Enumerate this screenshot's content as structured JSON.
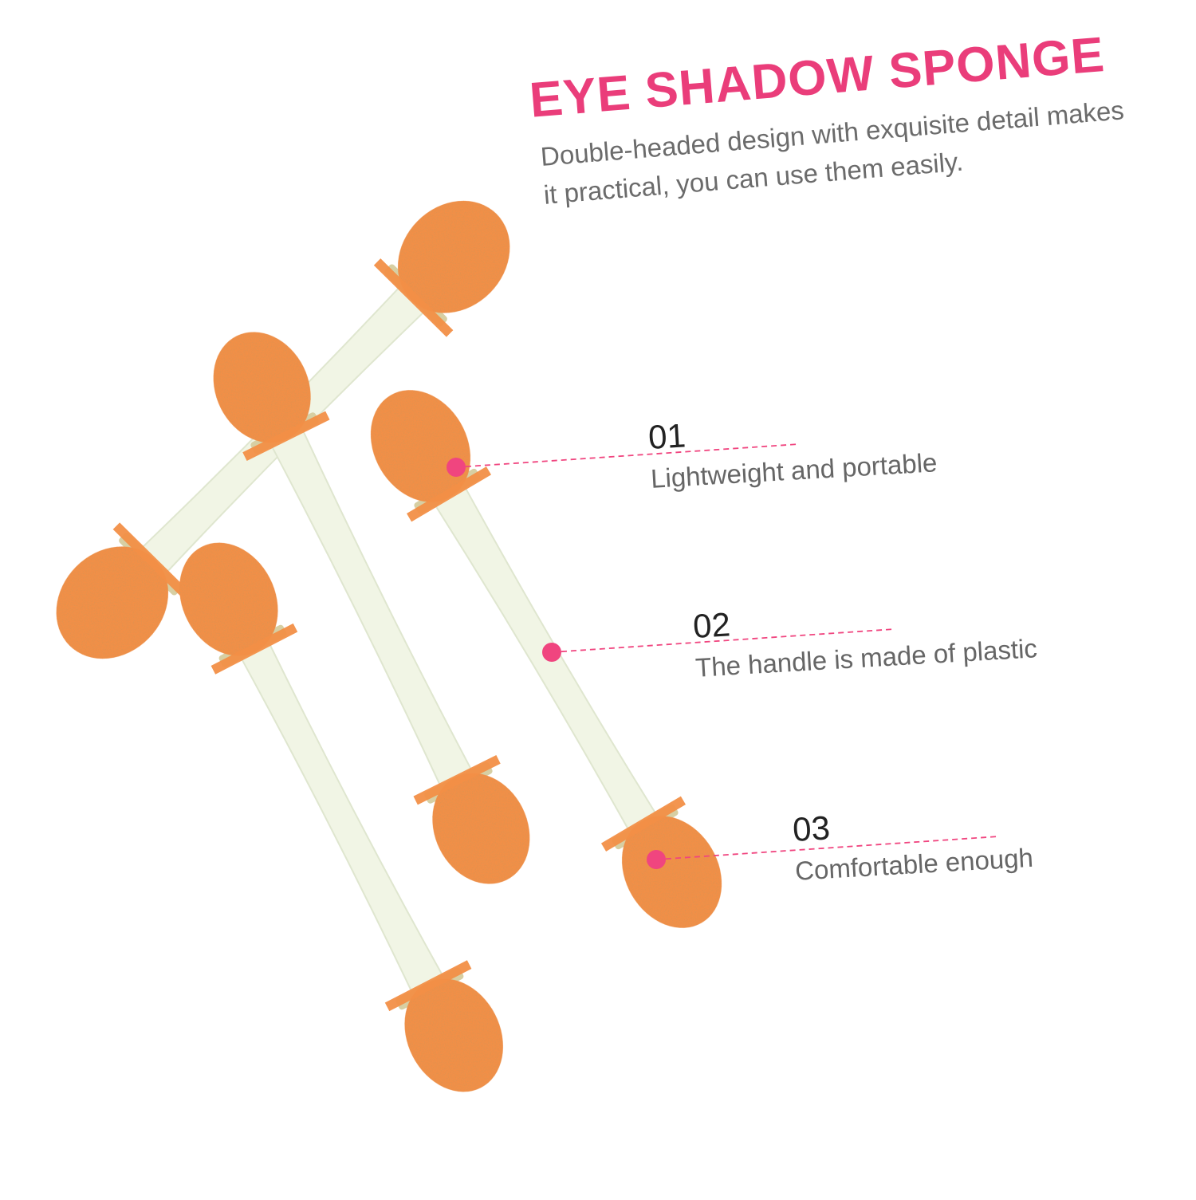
{
  "header": {
    "title": "EYE SHADOW SPONGE",
    "description": "Double-headed design with exquisite detail makes it practical, you can use them easily."
  },
  "features": [
    {
      "number": "01",
      "text": "Lightweight and portable"
    },
    {
      "number": "02",
      "text": "The handle is made of plastic"
    },
    {
      "number": "03",
      "text": "Comfortable enough"
    }
  ],
  "colors": {
    "title": "#ea3d7a",
    "marker": "#f0457f",
    "sponge": "#f28f47",
    "sponge_shade": "#d9772f",
    "handle": "#f1f5e5",
    "handle_edge": "#dfe6cf",
    "collar": "#d7cfa3"
  }
}
